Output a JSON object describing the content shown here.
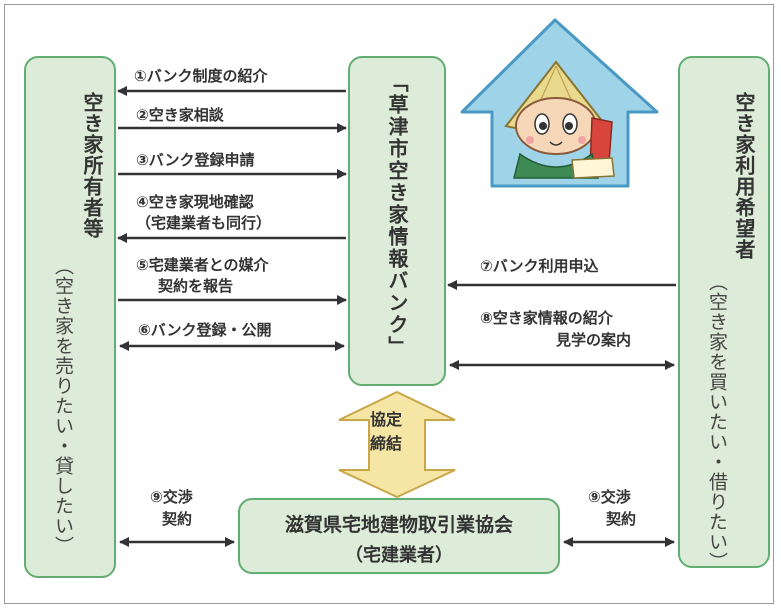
{
  "owner": {
    "title": "空き家所有者等",
    "subtitle": "（空き家を売りたい・貸したい）"
  },
  "user": {
    "title": "空き家利用希望者",
    "subtitle": "（空き家を買いたい・借りたい）"
  },
  "bank": {
    "title": "「草津市空き家情報バンク」"
  },
  "association": {
    "name": "滋賀県宅地建物取引業協会",
    "sub": "（宅建業者）"
  },
  "agreement": {
    "line1": "協定",
    "line2": "締結"
  },
  "steps": {
    "s1": "①バンク制度の紹介",
    "s2": "②空き家相談",
    "s3": "③バンク登録申請",
    "s4_line1": "④空き家現地確認",
    "s4_line2": "（宅建業者も同行）",
    "s5_line1": "⑤宅建業者との媒介",
    "s5_line2": "契約を報告",
    "s6": "⑥バンク登録・公開",
    "s7": "⑦バンク利用申込",
    "s8_line1": "⑧空き家情報の紹介",
    "s8_line2": "見学の案内",
    "s9_left_line1": "⑨交渉",
    "s9_left_line2": "契約",
    "s9_right_line1": "⑨交渉",
    "s9_right_line2": "契約"
  },
  "colors": {
    "box_fill": "#dcecd8",
    "box_border": "#63ad73",
    "house_fill": "#9fd3e8",
    "house_border": "#4a98c4",
    "agree_arrow": "#f6e6a6",
    "agree_border": "#c9a64a",
    "arrow": "#333333"
  },
  "icons": {
    "mascot": "straw-hat-mascot-icon",
    "house": "house-icon"
  }
}
